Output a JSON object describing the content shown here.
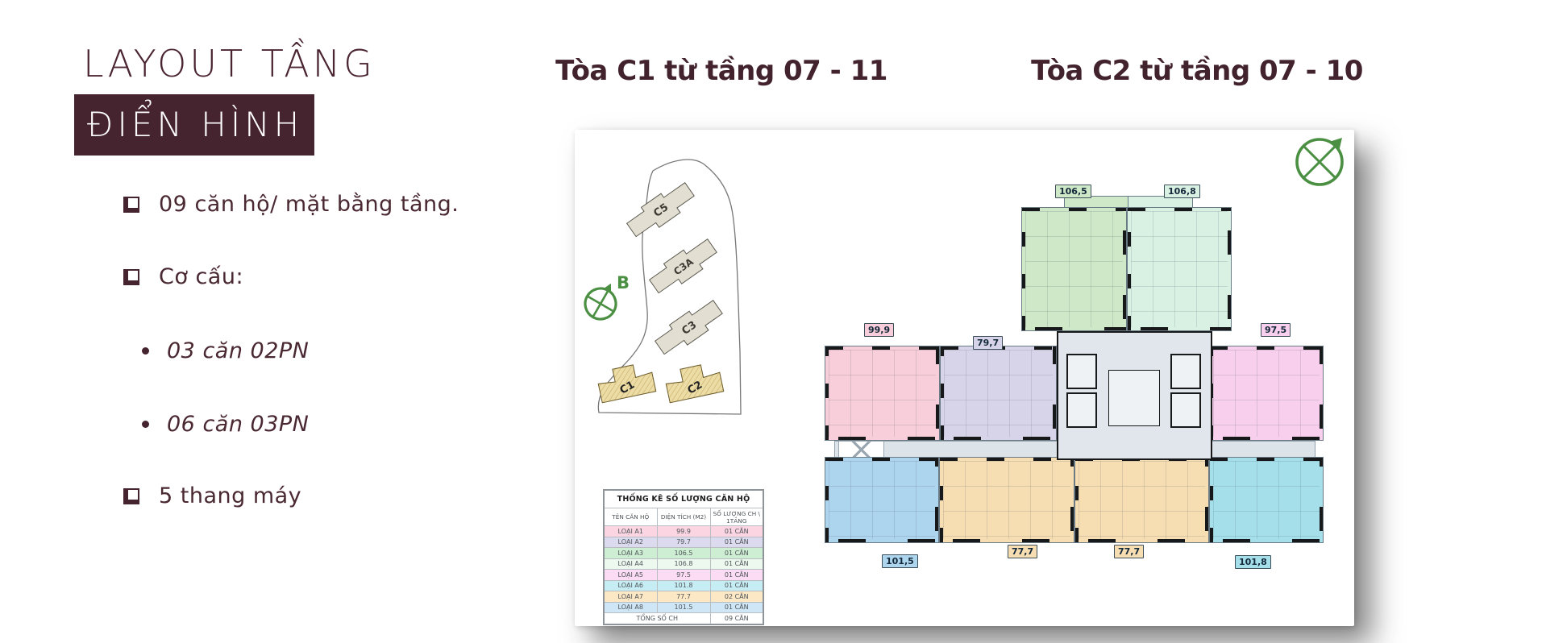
{
  "left_panel": {
    "title_line1": "LAYOUT TẦNG",
    "title_line2": "ĐIỂN HÌNH",
    "bullets": [
      {
        "marker": "checkbox",
        "text": "09 căn hộ/ mặt bằng tầng."
      },
      {
        "marker": "checkbox",
        "text": "Cơ cấu:"
      },
      {
        "marker": "dot",
        "text": "03 căn 02PN",
        "italic": true
      },
      {
        "marker": "dot",
        "text": "06 căn 03PN",
        "italic": true
      },
      {
        "marker": "checkbox",
        "text": "5 thang máy"
      }
    ]
  },
  "headers": {
    "c1": "Tòa C1 từ tầng 07 - 11",
    "c2": "Tòa C2 từ tầng 07 - 10"
  },
  "site_map": {
    "compass_label": "B",
    "buildings": [
      {
        "label": "C5",
        "style": "grey"
      },
      {
        "label": "C3A",
        "style": "grey"
      },
      {
        "label": "C3",
        "style": "grey"
      },
      {
        "label": "C1",
        "style": "tan-hatched"
      },
      {
        "label": "C2",
        "style": "tan-hatched"
      }
    ]
  },
  "stats_table": {
    "title": "THỐNG KÊ SỐ LƯỢNG CĂN HỘ",
    "columns": [
      "TÊN CĂN HỘ",
      "DIỆN TÍCH (M2)",
      "SỐ LƯỢNG CH \\ 1TẦNG"
    ],
    "rows": [
      {
        "name": "LOẠI A1",
        "area": "99.9",
        "count": "01 CĂN",
        "color": "#fbd5e2"
      },
      {
        "name": "LOẠI A2",
        "area": "79.7",
        "count": "01 CĂN",
        "color": "#dcdaee"
      },
      {
        "name": "LOẠI A3",
        "area": "106.5",
        "count": "01 CĂN",
        "color": "#cdeed2"
      },
      {
        "name": "LOẠI A4",
        "area": "106.8",
        "count": "01 CĂN",
        "color": "#edf8ef"
      },
      {
        "name": "LOẠI A5",
        "area": "97.5",
        "count": "01 CĂN",
        "color": "#fcdcf4"
      },
      {
        "name": "LOẠI A6",
        "area": "101.8",
        "count": "01 CĂN",
        "color": "#c6edf4"
      },
      {
        "name": "LOẠI A7",
        "area": "77.7",
        "count": "02 CĂN",
        "color": "#fde8c6"
      },
      {
        "name": "LOẠI A8",
        "area": "101.5",
        "count": "01 CĂN",
        "color": "#cfe6f6"
      }
    ],
    "footer": {
      "label": "TỔNG SỐ CH",
      "value": "09 CĂN"
    }
  },
  "plan": {
    "badges": [
      {
        "value": "106,5",
        "unit": "LOẠI A3"
      },
      {
        "value": "106,8",
        "unit": "LOẠI A4"
      },
      {
        "value": "99,9",
        "unit": "LOẠI A1"
      },
      {
        "value": "79,7",
        "unit": "LOẠI A2"
      },
      {
        "value": "97,5",
        "unit": "LOẠI A5"
      },
      {
        "value": "101,5",
        "unit": "LOẠI A8"
      },
      {
        "value": "77,7",
        "unit": "LOẠI A7"
      },
      {
        "value": "77,7",
        "unit": "LOẠI A7"
      },
      {
        "value": "101,8",
        "unit": "LOẠI A6"
      }
    ]
  },
  "colors": {
    "maroon": "#46242f",
    "compass_green": "#4a8f42",
    "unit_green": "#cfe8c8",
    "unit_mint": "#d9f1e3",
    "unit_pink": "#f7ced9",
    "unit_lavender": "#d7d4e9",
    "unit_magenta": "#f8cfec",
    "unit_blue": "#aed5ee",
    "unit_orange": "#f6ddb2",
    "unit_cyan": "#a4dfea"
  }
}
